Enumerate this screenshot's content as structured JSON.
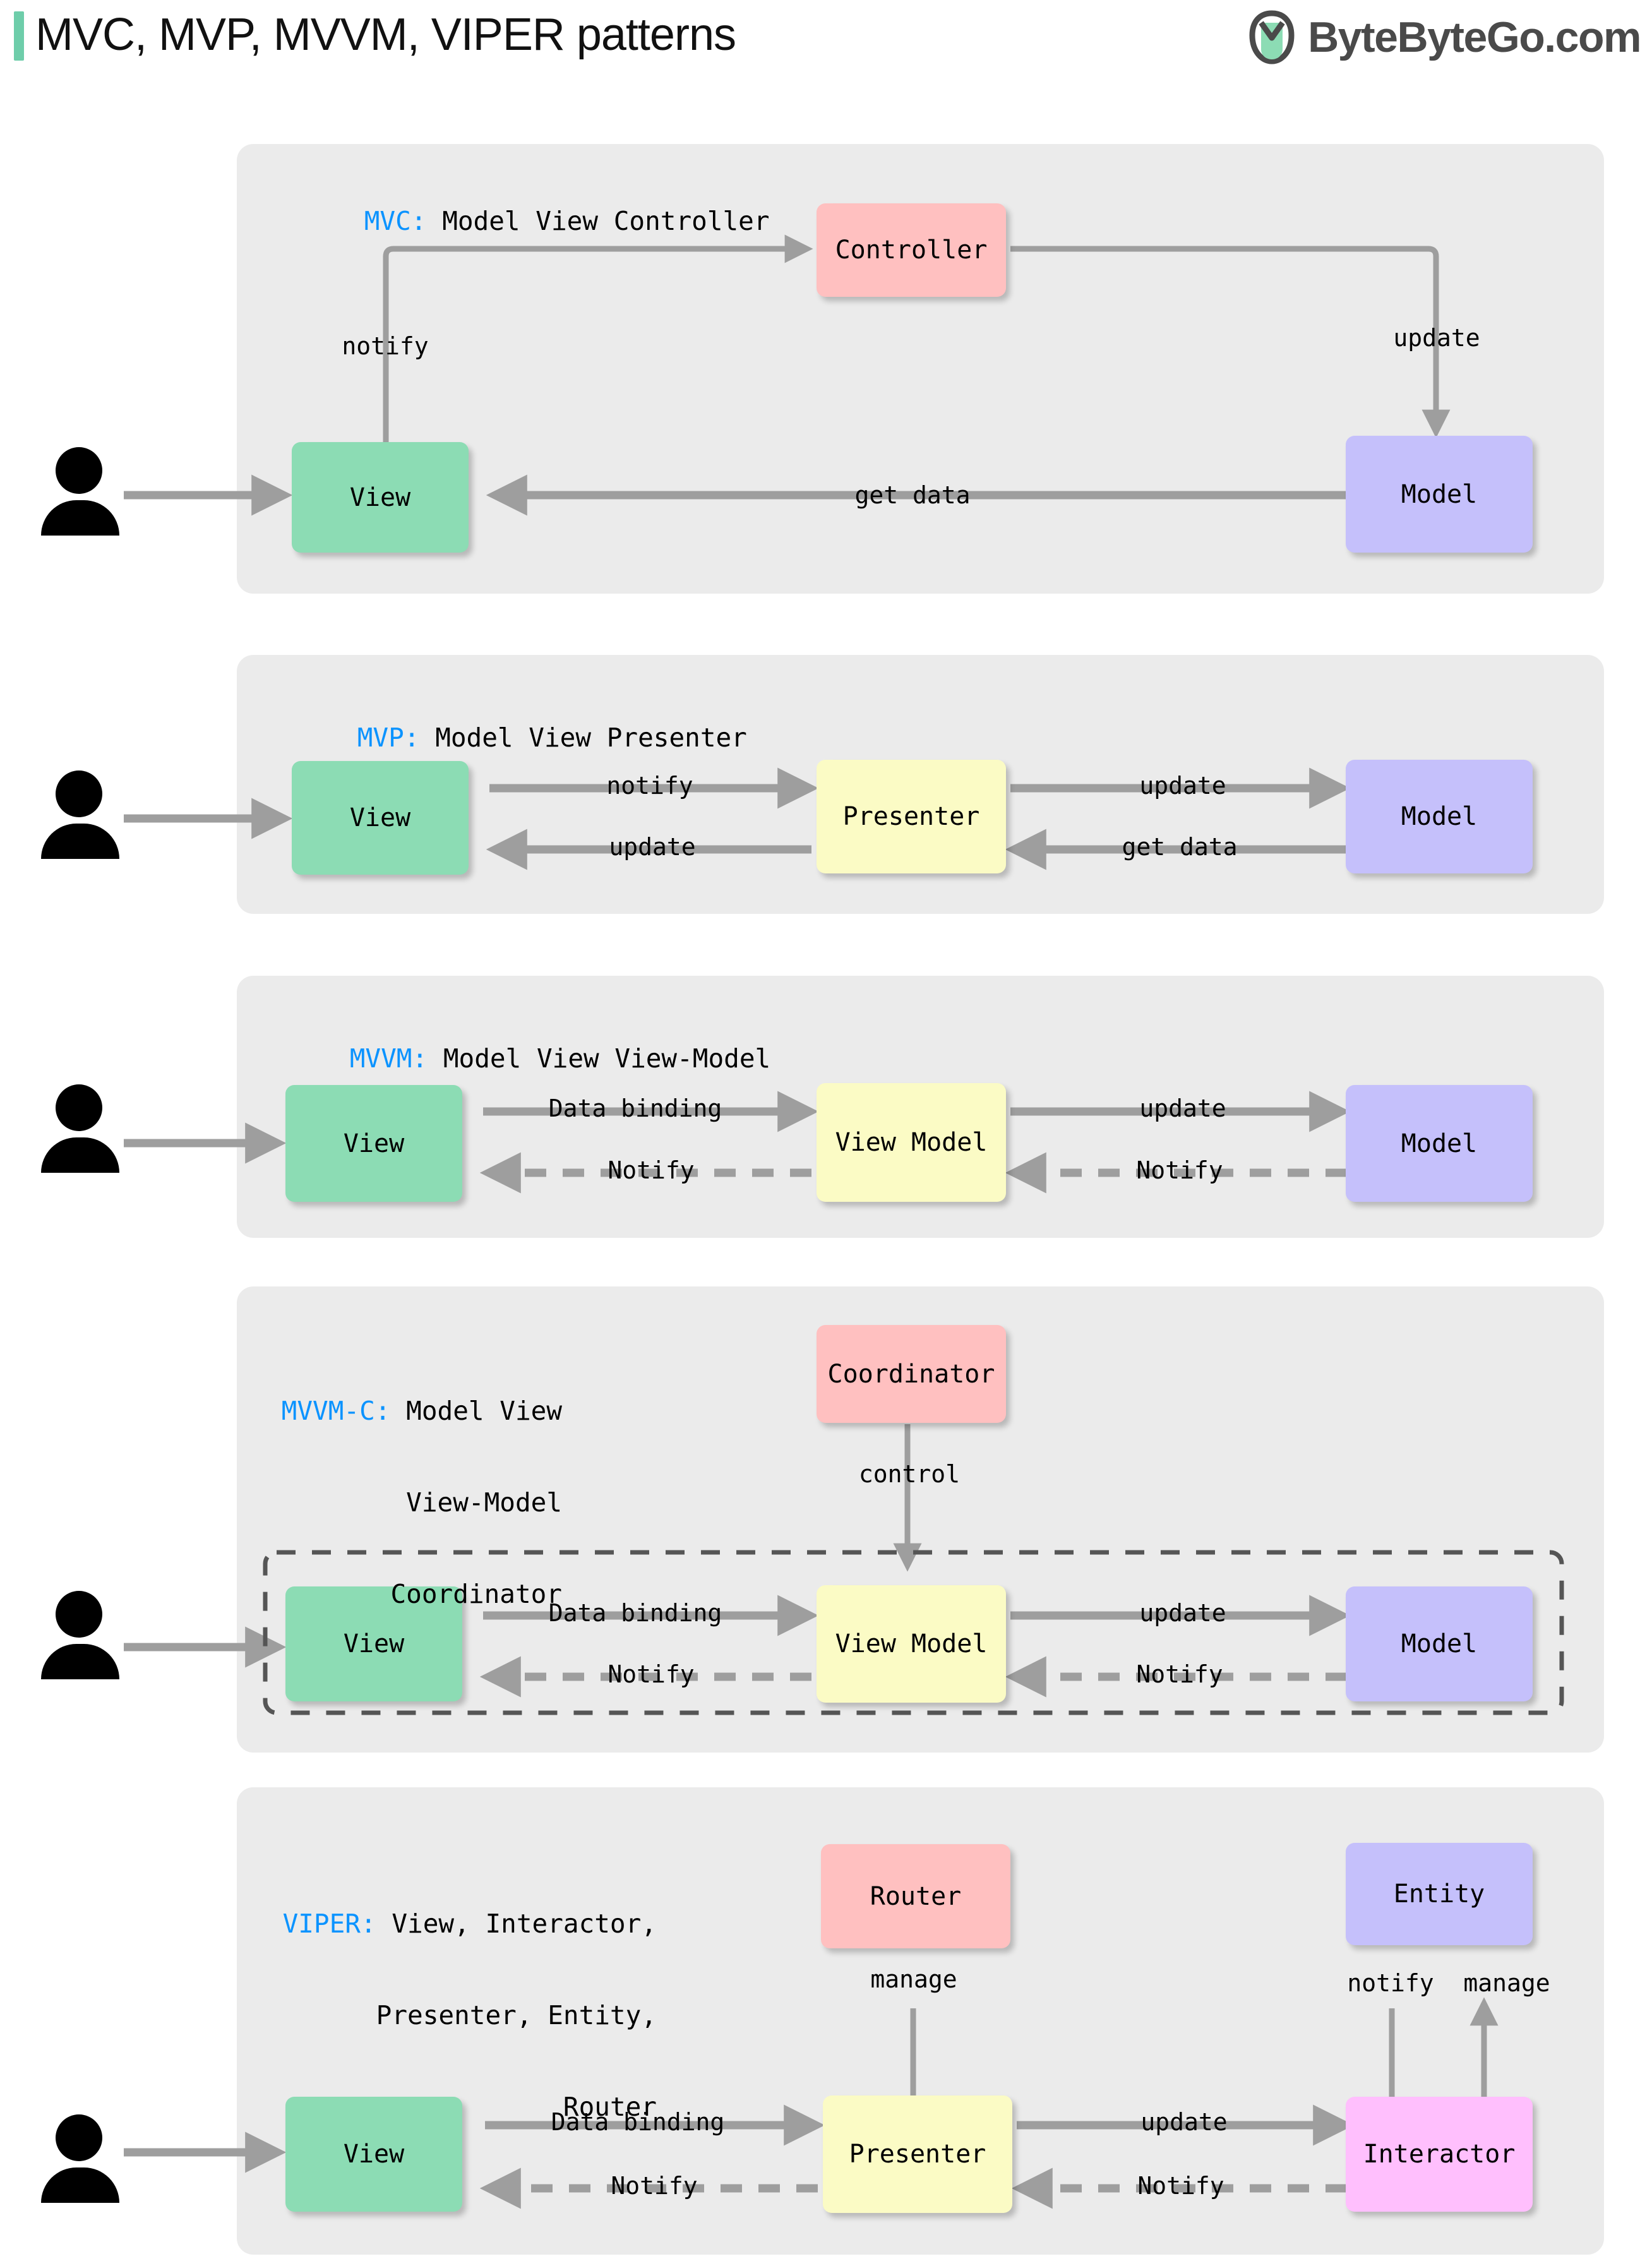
{
  "header": {
    "title": "MVC, MVP, MVVM, VIPER patterns",
    "logo_text": "ByteByteGo.com",
    "accent_color": "#6ecdaa",
    "logo_color": "#4a4a4a"
  },
  "palette": {
    "panel_bg": "#ebebeb",
    "view": "#8cdcb4",
    "model": "#c5c0fb",
    "controller": "#ffc0c0",
    "presenter": "#fbfbc5",
    "interactor": "#ffbffd",
    "arrow": "#9e9e9e",
    "key_text": "#0b93ff",
    "page_bg": "#ffffff"
  },
  "sections": [
    {
      "id": "mvc",
      "key": "MVC:",
      "caption_lines": [
        "Model View Controller"
      ],
      "nodes": [
        {
          "name": "View",
          "label": "View"
        },
        {
          "name": "Controller",
          "label": "Controller"
        },
        {
          "name": "Model",
          "label": "Model"
        }
      ],
      "edges": [
        {
          "from": "user",
          "to": "View",
          "label": "",
          "style": "solid"
        },
        {
          "from": "View",
          "to": "Controller",
          "label": "notify",
          "style": "solid"
        },
        {
          "from": "Controller",
          "to": "Model",
          "label": "update",
          "style": "solid"
        },
        {
          "from": "Model",
          "to": "View",
          "label": "get data",
          "style": "solid"
        }
      ]
    },
    {
      "id": "mvp",
      "key": "MVP:",
      "caption_lines": [
        "Model View Presenter"
      ],
      "nodes": [
        {
          "name": "View",
          "label": "View"
        },
        {
          "name": "Presenter",
          "label": "Presenter"
        },
        {
          "name": "Model",
          "label": "Model"
        }
      ],
      "edges": [
        {
          "from": "user",
          "to": "View",
          "label": "",
          "style": "solid"
        },
        {
          "from": "View",
          "to": "Presenter",
          "label": "notify",
          "style": "solid"
        },
        {
          "from": "Presenter",
          "to": "Model",
          "label": "update",
          "style": "solid"
        },
        {
          "from": "Model",
          "to": "Presenter",
          "label": "get data",
          "style": "solid"
        },
        {
          "from": "Presenter",
          "to": "View",
          "label": "update",
          "style": "solid"
        }
      ]
    },
    {
      "id": "mvvm",
      "key": "MVVM:",
      "caption_lines": [
        "Model View View-Model"
      ],
      "nodes": [
        {
          "name": "View",
          "label": "View"
        },
        {
          "name": "ViewModel",
          "label": "View Model"
        },
        {
          "name": "Model",
          "label": "Model"
        }
      ],
      "edges": [
        {
          "from": "user",
          "to": "View",
          "label": "",
          "style": "solid"
        },
        {
          "from": "View",
          "to": "ViewModel",
          "label": "Data binding",
          "style": "solid"
        },
        {
          "from": "ViewModel",
          "to": "Model",
          "label": "update",
          "style": "solid"
        },
        {
          "from": "Model",
          "to": "ViewModel",
          "label": "Notify",
          "style": "dashed"
        },
        {
          "from": "ViewModel",
          "to": "View",
          "label": "Notify",
          "style": "dashed"
        }
      ]
    },
    {
      "id": "mvvmc",
      "key": "MVVM-C:",
      "caption_lines": [
        "Model View",
        "View-Model",
        "Coordinator"
      ],
      "nodes": [
        {
          "name": "Coordinator",
          "label": "Coordinator"
        },
        {
          "name": "View",
          "label": "View"
        },
        {
          "name": "ViewModel",
          "label": "View Model"
        },
        {
          "name": "Model",
          "label": "Model"
        }
      ],
      "group_box": {
        "style": "dashed",
        "contains": [
          "View",
          "ViewModel",
          "Model"
        ]
      },
      "edges": [
        {
          "from": "user",
          "to": "View",
          "label": "",
          "style": "solid"
        },
        {
          "from": "Coordinator",
          "to": "ViewModel",
          "label": "control",
          "style": "solid"
        },
        {
          "from": "View",
          "to": "ViewModel",
          "label": "Data binding",
          "style": "solid"
        },
        {
          "from": "ViewModel",
          "to": "Model",
          "label": "update",
          "style": "solid"
        },
        {
          "from": "Model",
          "to": "ViewModel",
          "label": "Notify",
          "style": "dashed"
        },
        {
          "from": "ViewModel",
          "to": "View",
          "label": "Notify",
          "style": "dashed"
        }
      ]
    },
    {
      "id": "viper",
      "key": "VIPER:",
      "caption_lines": [
        "View, Interactor,",
        "Presenter, Entity,",
        "Router"
      ],
      "nodes": [
        {
          "name": "Router",
          "label": "Router"
        },
        {
          "name": "Entity",
          "label": "Entity"
        },
        {
          "name": "View",
          "label": "View"
        },
        {
          "name": "Presenter",
          "label": "Presenter"
        },
        {
          "name": "Interactor",
          "label": "Interactor"
        }
      ],
      "edges": [
        {
          "from": "user",
          "to": "View",
          "label": "",
          "style": "solid"
        },
        {
          "from": "Router",
          "to": "Presenter",
          "label": "manage",
          "style": "solid"
        },
        {
          "from": "View",
          "to": "Presenter",
          "label": "Data binding",
          "style": "solid"
        },
        {
          "from": "Presenter",
          "to": "Interactor",
          "label": "update",
          "style": "solid"
        },
        {
          "from": "Interactor",
          "to": "Presenter",
          "label": "Notify",
          "style": "dashed"
        },
        {
          "from": "Presenter",
          "to": "View",
          "label": "Notify",
          "style": "dashed"
        },
        {
          "from": "Entity",
          "to": "Interactor",
          "label": "notify",
          "style": "solid"
        },
        {
          "from": "Interactor",
          "to": "Entity",
          "label": "manage",
          "style": "solid"
        }
      ]
    }
  ],
  "labels": {
    "mvc_notify": "notify",
    "mvc_update": "update",
    "mvc_getdata": "get data",
    "mvp_notify": "notify",
    "mvp_update_vp": "update",
    "mvp_update_pv": "update",
    "mvp_getdata": "get data",
    "mvvm_databinding": "Data binding",
    "mvvm_update": "update",
    "mvvm_notify_left": "Notify",
    "mvvm_notify_right": "Notify",
    "mvvmc_control": "control",
    "mvvmc_databinding": "Data binding",
    "mvvmc_update": "update",
    "mvvmc_notify_left": "Notify",
    "mvvmc_notify_right": "Notify",
    "viper_manage": "manage",
    "viper_databinding": "Data binding",
    "viper_update": "update",
    "viper_notify_left": "Notify",
    "viper_notify_right": "Notify",
    "viper_notify_entity": "notify",
    "viper_manage_entity": "manage"
  },
  "node_labels": {
    "view": "View",
    "model": "Model",
    "controller": "Controller",
    "presenter": "Presenter",
    "view_model": "View Model",
    "coordinator": "Coordinator",
    "router": "Router",
    "entity": "Entity",
    "interactor": "Interactor"
  }
}
